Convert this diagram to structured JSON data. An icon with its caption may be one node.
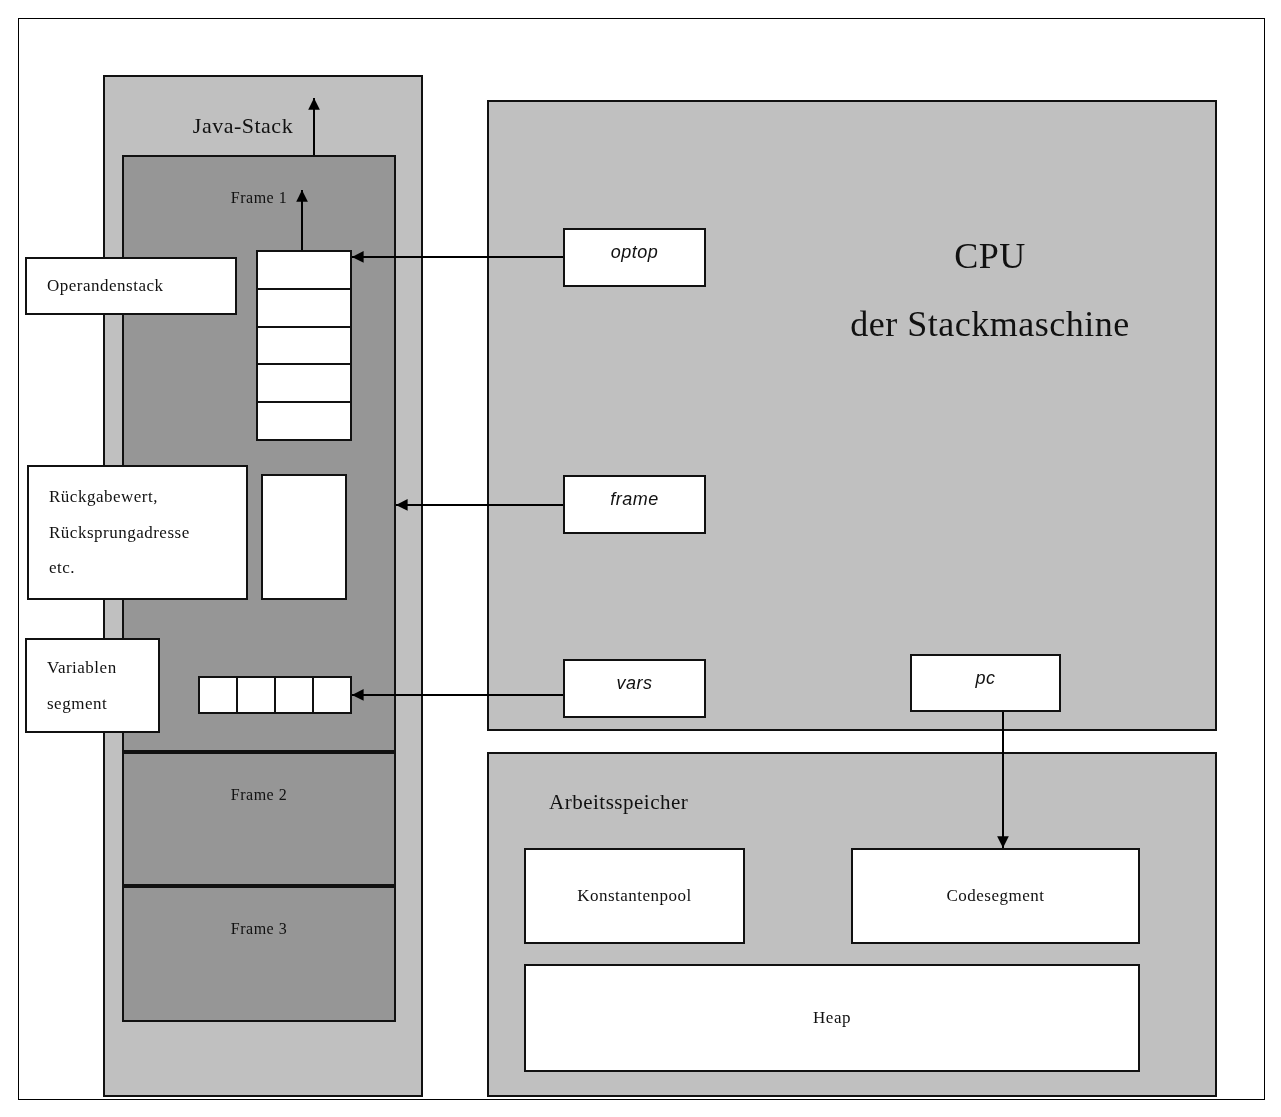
{
  "diagram": {
    "nodes": [
      {
        "text": [
          "Java-Stack"
        ]
      },
      {
        "text": [
          "Frame 1"
        ],
        "in": 0
      },
      {
        "text": [
          "Operandenstack"
        ]
      },
      {
        "text": [],
        "shape": "box",
        "in": 1
      },
      {
        "text": [
          "Rückgabewert, Rücksprungadresse etc."
        ]
      },
      {
        "text": [],
        "shape": "box",
        "in": 1
      },
      {
        "text": [
          "Variablen segment"
        ]
      },
      {
        "text": [],
        "shape": "box",
        "in": 1
      },
      {
        "text": [
          "Frame 2"
        ],
        "in": 0
      },
      {
        "text": [
          "Frame 3"
        ],
        "in": 0
      },
      {
        "text": [
          "CPU",
          "der Stackmaschine"
        ]
      },
      {
        "text": [
          "optop"
        ],
        "in": 10
      },
      {
        "text": [
          "frame"
        ],
        "in": 10
      },
      {
        "text": [
          "vars"
        ],
        "in": 10
      },
      {
        "text": [
          "pc"
        ],
        "in": 10
      },
      {
        "text": [
          "Arbeitsspeicher"
        ]
      },
      {
        "text": [
          "Konstantenpool"
        ],
        "in": 15
      },
      {
        "text": [
          "Codesegment"
        ],
        "in": 15
      },
      {
        "text": [
          "Heap"
        ],
        "in": 15
      }
    ],
    "edges": [
      {
        "from": 1,
        "to": null,
        "arrow": "to"
      },
      {
        "from": 3,
        "to": null,
        "arrow": "to"
      },
      {
        "from": 11,
        "to": 3,
        "arrow": "to"
      },
      {
        "from": 12,
        "to": 1,
        "arrow": "to"
      },
      {
        "from": 13,
        "to": 7,
        "arrow": "to"
      },
      {
        "from": 14,
        "to": 17,
        "arrow": "to"
      }
    ]
  }
}
